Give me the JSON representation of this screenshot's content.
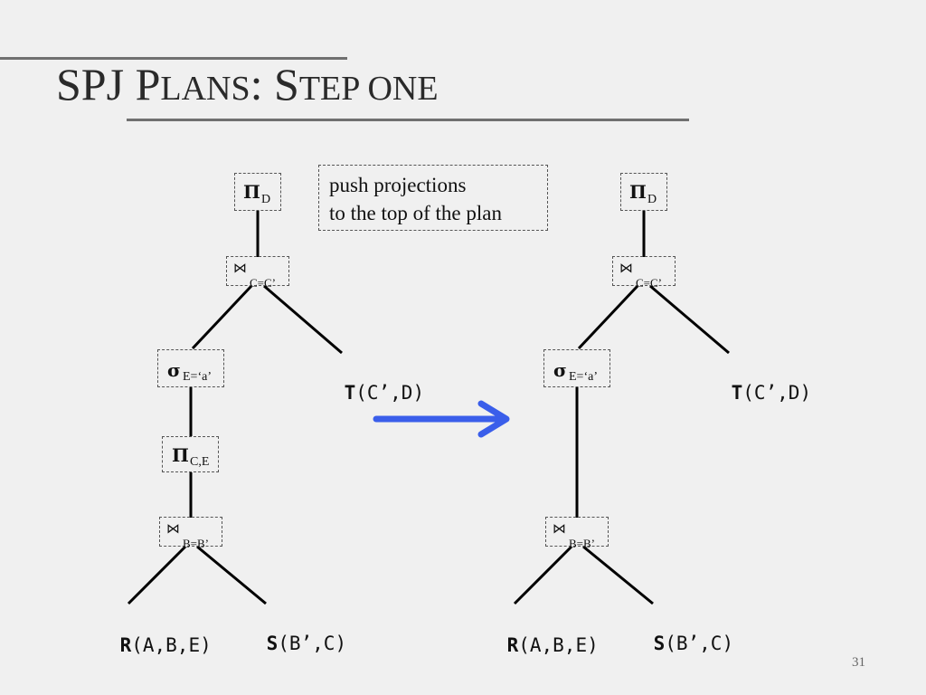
{
  "slide": {
    "title": {
      "part1_cap": "SPJ P",
      "part1_sc": "LANS",
      "part2_cap": ": S",
      "part2_sc": "TEP ONE"
    },
    "note": {
      "line1": "push projections",
      "line2": "to the top of the plan"
    },
    "page_number": "31",
    "arrow_color": "#3a5eea"
  },
  "symbols": {
    "pi": "Π",
    "sigma": "σ",
    "join": "⋈"
  },
  "left_tree": {
    "top_projection_attr": "D",
    "top_join_cond": "C=C’",
    "selection_cond": "E=‘a’",
    "mid_projection_attr": "C,E",
    "bottom_join_cond": "B=B’",
    "rel_t": {
      "name": "T",
      "attrs": "(C’,D)"
    },
    "rel_r": {
      "name": "R",
      "attrs": "(A,B,E)"
    },
    "rel_s": {
      "name": "S",
      "attrs": "(B’,C)"
    }
  },
  "right_tree": {
    "top_projection_attr": "D",
    "top_join_cond": "C=C’",
    "selection_cond": "E=‘a’",
    "bottom_join_cond": "B=B’",
    "rel_t": {
      "name": "T",
      "attrs": "(C’,D)"
    },
    "rel_r": {
      "name": "R",
      "attrs": "(A,B,E)"
    },
    "rel_s": {
      "name": "S",
      "attrs": "(B’,C)"
    }
  }
}
